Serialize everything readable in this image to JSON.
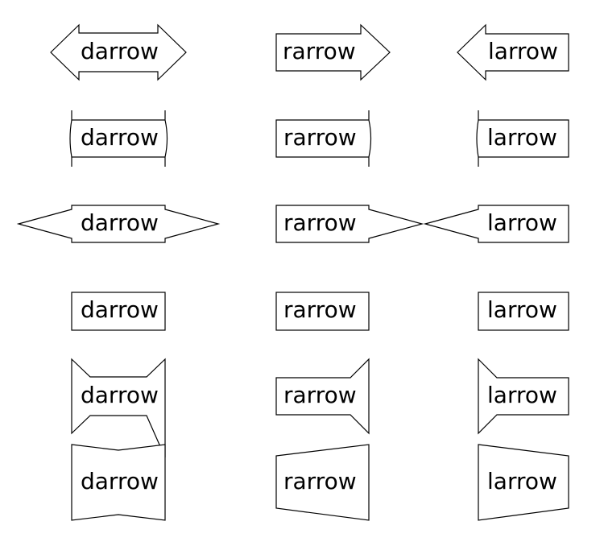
{
  "diagram": {
    "labels": {
      "darrow": "darrow",
      "rarrow": "rarrow",
      "larrow": "larrow"
    },
    "colors": {
      "stroke": "#000000",
      "fill": "#ffffff",
      "text": "#000000"
    }
  }
}
